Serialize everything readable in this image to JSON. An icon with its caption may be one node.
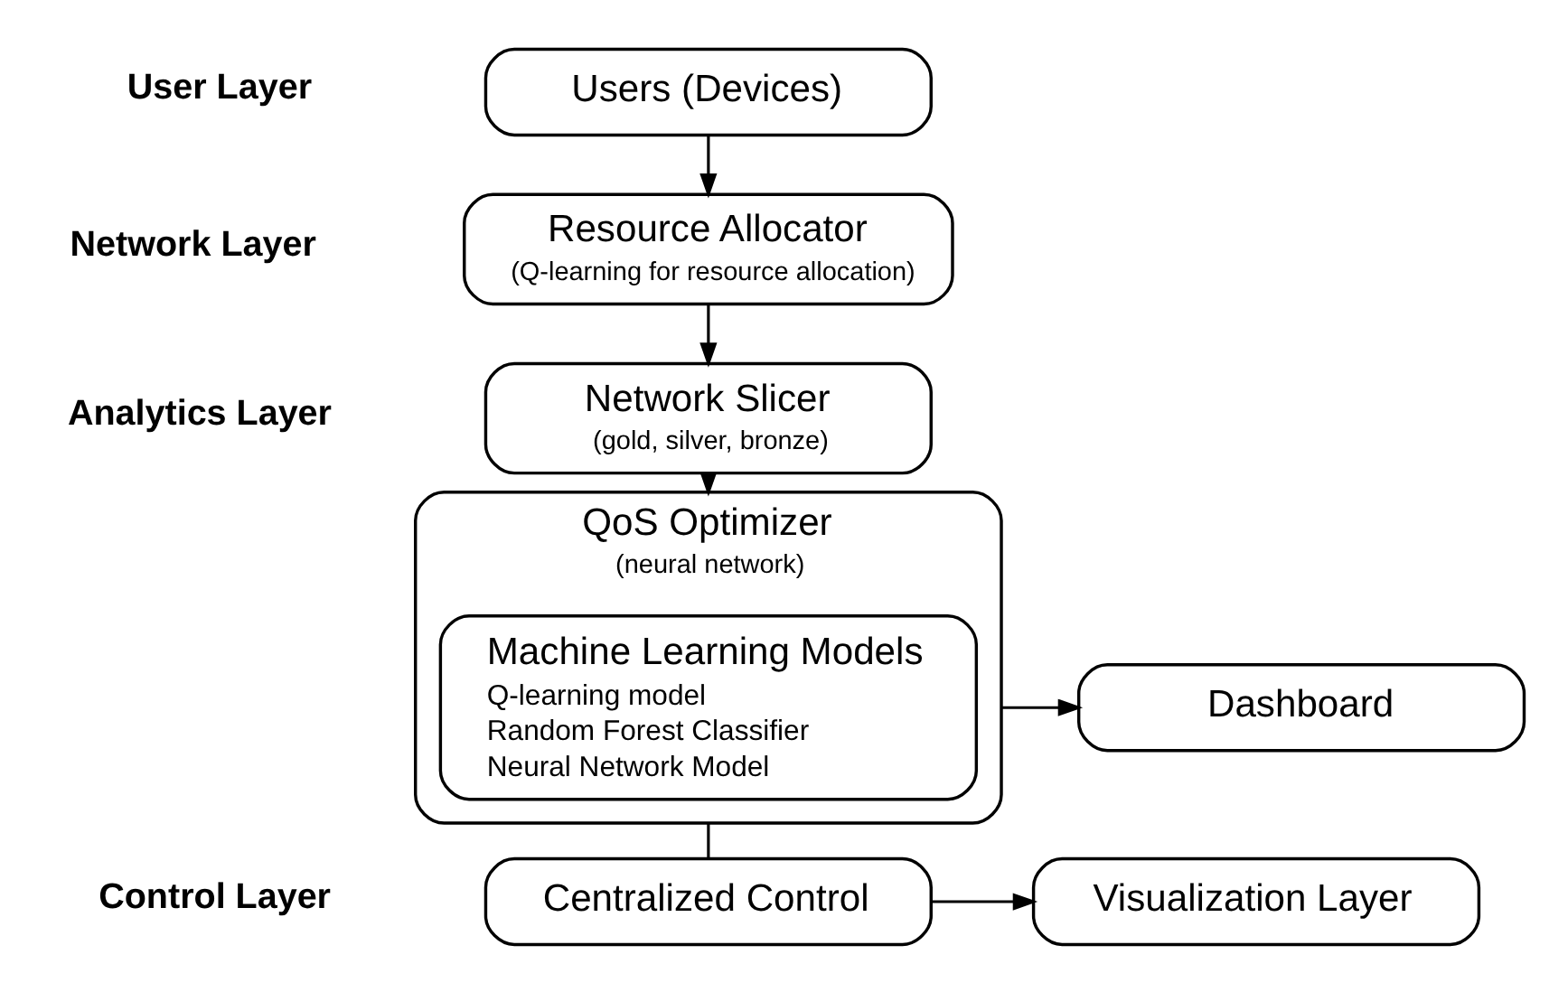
{
  "diagram": {
    "nodes": [
      {
        "text": [
          "Users (Devices)"
        ]
      },
      {
        "text": [
          "Resource Allocator",
          "(Q-learning for resource allocation)"
        ]
      },
      {
        "text": [
          "Network Slicer",
          "(gold, silver, bronze)"
        ]
      },
      {
        "text": [
          "QoS Optimizer",
          "(neural network)"
        ]
      },
      {
        "text": [
          "Machine Learning Models",
          "Q-learning model",
          "Random Forest Classifier",
          "Neural Network Model"
        ],
        "in": 3
      },
      {
        "text": [
          "Dashboard"
        ]
      },
      {
        "text": [
          "Centralized Control"
        ]
      },
      {
        "text": [
          "Visualization Layer"
        ]
      }
    ],
    "edges": [
      {
        "from": 0,
        "to": 1,
        "arrow": "to"
      },
      {
        "from": 1,
        "to": 2,
        "arrow": "to"
      },
      {
        "from": 2,
        "to": 3,
        "arrow": "to"
      },
      {
        "from": 3,
        "to": 5,
        "arrow": "to"
      },
      {
        "from": 3,
        "to": 6,
        "arrow": "none"
      },
      {
        "from": 6,
        "to": 7,
        "arrow": "to"
      }
    ],
    "labels": [
      "User Layer",
      "Network Layer",
      "Analytics Layer",
      "Control Layer"
    ]
  }
}
